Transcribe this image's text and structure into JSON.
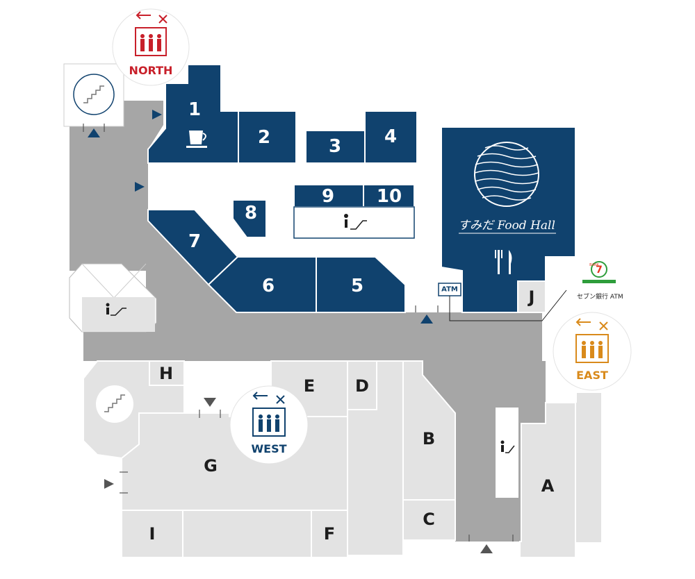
{
  "colors": {
    "navy": "#10426e",
    "corridor": "#a6a6a6",
    "store_light": "#e3e3e3",
    "white": "#ffffff",
    "north": "#c8202a",
    "east": "#d98a1b",
    "west": "#10426e"
  },
  "north_stores": [
    {
      "label": "1"
    },
    {
      "label": "2"
    },
    {
      "label": "3"
    },
    {
      "label": "4"
    },
    {
      "label": "5"
    },
    {
      "label": "6"
    },
    {
      "label": "7"
    },
    {
      "label": "8"
    },
    {
      "label": "9"
    },
    {
      "label": "10"
    }
  ],
  "south_stores": [
    {
      "label": "A"
    },
    {
      "label": "B"
    },
    {
      "label": "C"
    },
    {
      "label": "D"
    },
    {
      "label": "E"
    },
    {
      "label": "F"
    },
    {
      "label": "G"
    },
    {
      "label": "H"
    },
    {
      "label": "I"
    },
    {
      "label": "J"
    }
  ],
  "food_hall": {
    "name": "すみだ Food Hall",
    "icon": "knife-fork-icon"
  },
  "cafe_icon": "coffee-cup-icon",
  "elevators": {
    "north": "NORTH",
    "west": "WEST",
    "east": "EAST"
  },
  "atm": {
    "badge": "ATM",
    "bank_logo_text": "BANK",
    "bank_caption": "セブン銀行 ATM"
  },
  "icons": [
    "escalator-icon",
    "stairs-icon",
    "elevator-icon",
    "entrance-arrow-icon"
  ]
}
